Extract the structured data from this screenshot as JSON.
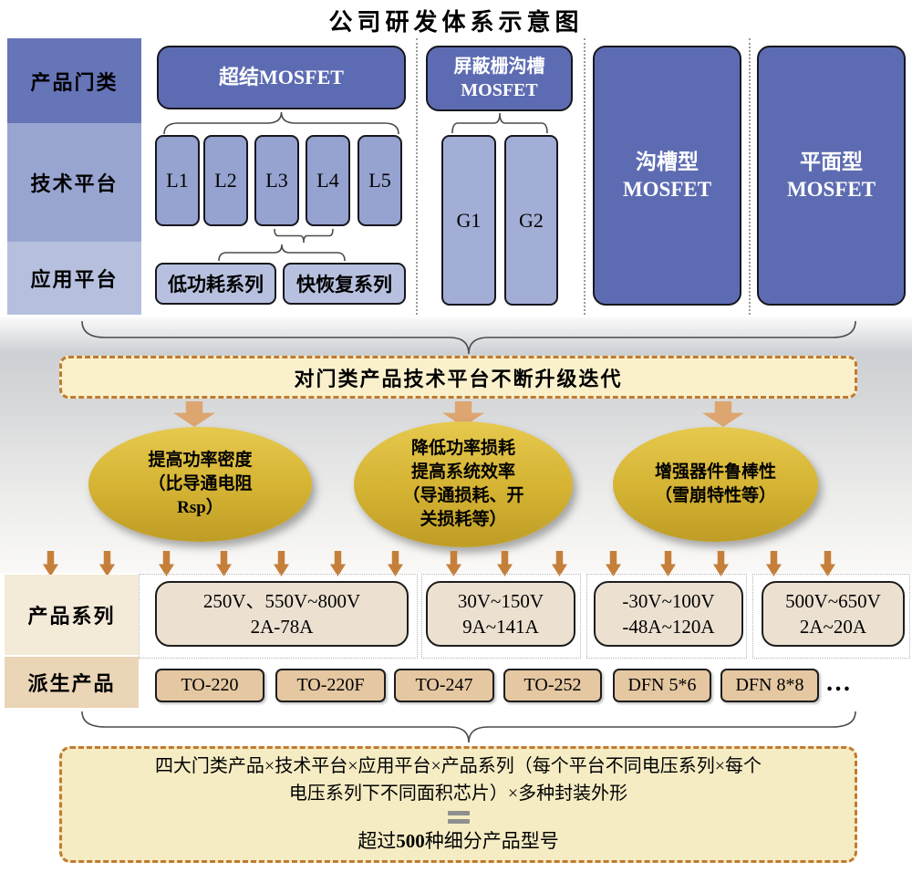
{
  "title": "公司研发体系示意图",
  "row_labels": {
    "category": "产品门类",
    "tech": "技术平台",
    "app": "应用平台",
    "series": "产品系列",
    "derived": "派生产品"
  },
  "product_categories": [
    {
      "line1": "超结MOSFET",
      "line2": "",
      "tech_platforms": [
        "L1",
        "L2",
        "L3",
        "L4",
        "L5"
      ],
      "app_platforms": [
        "低功耗系列",
        "快恢复系列"
      ]
    },
    {
      "line1": "屏蔽栅沟槽",
      "line2": "MOSFET",
      "tech_platforms": [
        "G1",
        "G2"
      ]
    },
    {
      "line1": "沟槽型",
      "line2": "MOSFET"
    },
    {
      "line1": "平面型",
      "line2": "MOSFET"
    }
  ],
  "upgrade_banner": "对门类产品技术平台不断升级迭代",
  "upgrade_goals": [
    {
      "line1": "提高功率密度",
      "line2": "（比导通电阻",
      "line3": "Rsp）"
    },
    {
      "line1": "降低功率损耗",
      "line2": "提高系统效率",
      "line3": "（导通损耗、开",
      "line4": "关损耗等）"
    },
    {
      "line1": "增强器件鲁棒性",
      "line2": "（雪崩特性等）"
    }
  ],
  "product_series": [
    {
      "voltage": "250V、550V~800V",
      "current": "2A-78A"
    },
    {
      "voltage": "30V~150V",
      "current": "9A~141A"
    },
    {
      "voltage": "-30V~100V",
      "current": "-48A~120A"
    },
    {
      "voltage": "500V~650V",
      "current": "2A~20A"
    }
  ],
  "derived_products": {
    "items": [
      "TO-220",
      "TO-220F",
      "TO-247",
      "TO-252",
      "DFN 5*6",
      "DFN 8*8"
    ],
    "more": "…"
  },
  "summary": {
    "line1": "四大门类产品×技术平台×应用平台×产品系列（每个平台不同电压系列×每个",
    "line2": "电压系列下不同面积芯片）×多种封装外形",
    "result_prefix": "超过",
    "result_number": "500",
    "result_suffix": "种细分产品型号"
  },
  "colors": {
    "category_blue": "#5d6cb2",
    "header_blue_dark": "#6674b8",
    "header_blue_mid": "#99a5d1",
    "header_blue_light": "#b6c0de",
    "platform_blue": "#96a3d0",
    "gold": "#d4b232",
    "dashed_border_orange": "#c07b2f",
    "cream": "#faf1cc",
    "arrow_orange_small": "#c67f3a",
    "arrow_orange_big": "#dda56f",
    "series_tan": "#ece1d1",
    "package_tan": "#e5c8a2"
  }
}
